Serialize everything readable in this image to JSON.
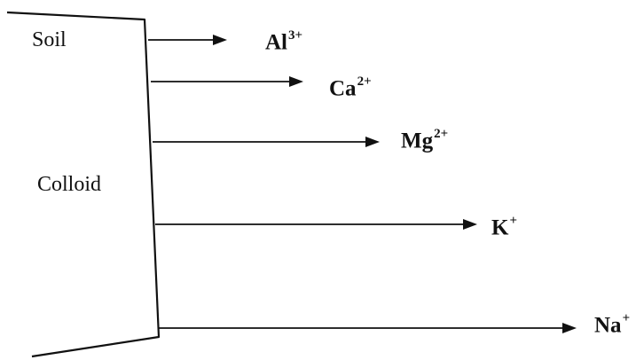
{
  "labels": {
    "soil": "Soil",
    "colloid": "Colloid"
  },
  "ions": [
    {
      "symbol": "Al",
      "charge": "3+"
    },
    {
      "symbol": "Ca",
      "charge": "2+"
    },
    {
      "symbol": "Mg",
      "charge": "2+"
    },
    {
      "symbol": "K",
      "charge": "+"
    },
    {
      "symbol": "Na",
      "charge": "+"
    }
  ],
  "colors": {
    "ink": "#111111",
    "background": "#ffffff"
  }
}
